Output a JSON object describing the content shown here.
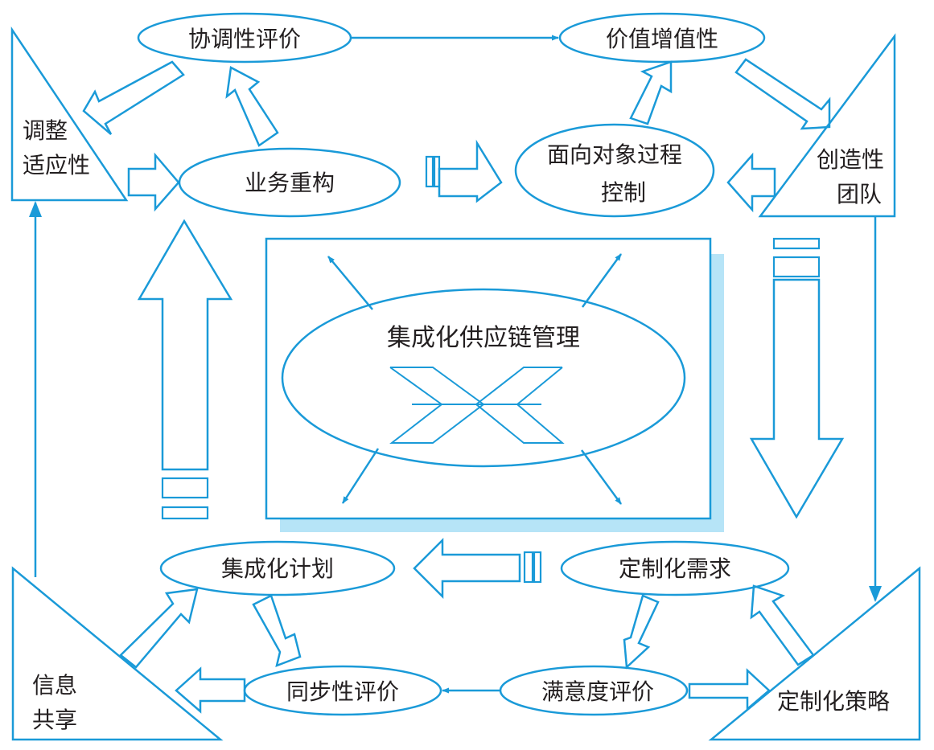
{
  "colors": {
    "stroke": "#1a9ad8",
    "shadow": "#b6e4f7",
    "text": "#231f20",
    "background": "#ffffff"
  },
  "nodes": {
    "coordination_eval": "协调性评价",
    "value_added": "价值增值性",
    "business_restructure": "业务重构",
    "object_process_control": [
      "面向对象过程",
      "控制"
    ],
    "integrated_plan": "集成化计划",
    "custom_demand": "定制化需求",
    "sync_eval": "同步性评价",
    "satisfaction_eval": "满意度评价"
  },
  "corners": {
    "adaptability": [
      "调整",
      "适应性"
    ],
    "creative_team": [
      "创造性",
      "团队"
    ],
    "info_share": [
      "信息",
      "共享"
    ],
    "custom_strategy": "定制化策略"
  },
  "center": {
    "title": "集成化供应链管理",
    "symbol": "supply-chain-cross-icon"
  }
}
